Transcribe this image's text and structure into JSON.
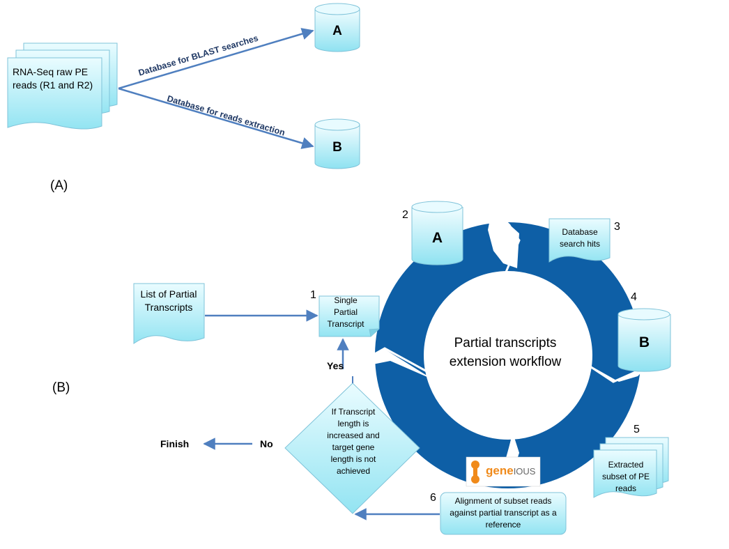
{
  "panel_a": {
    "label": "(A)",
    "source_doc": "RNA-Seq raw PE reads (R1 and R2)",
    "edge_top": "Database for BLAST searches",
    "edge_bottom": "Database for reads extraction",
    "db_a": "A",
    "db_b": "B"
  },
  "panel_b": {
    "label": "(B)",
    "cycle_title": "Partial transcripts extension workflow",
    "list_doc": "List of Partial Transcripts",
    "steps": [
      {
        "num": "1",
        "text": "Single Partial Transcript"
      },
      {
        "num": "2",
        "text": "A"
      },
      {
        "num": "3",
        "text": "Database search hits"
      },
      {
        "num": "4",
        "text": "B"
      },
      {
        "num": "5",
        "text": "Extracted subset of PE reads"
      },
      {
        "num": "6",
        "text": "Alignment of subset reads against partial transcript as a reference"
      }
    ],
    "decision": "If Transcript length is increased and target gene length is not achieved",
    "yes_label": "Yes",
    "no_label": "No",
    "finish_label": "Finish",
    "logo_text_bold": "gene",
    "logo_text_light": "IOUS"
  },
  "colors": {
    "ring": "#0e5fa6",
    "box_fill_top": "#e6fbff",
    "box_fill_bottom": "#97e6f3",
    "box_stroke": "#7fc3d9",
    "arrow": "#4f7fbf",
    "edge_text": "#1f3864",
    "logo_orange": "#f08a1a"
  }
}
